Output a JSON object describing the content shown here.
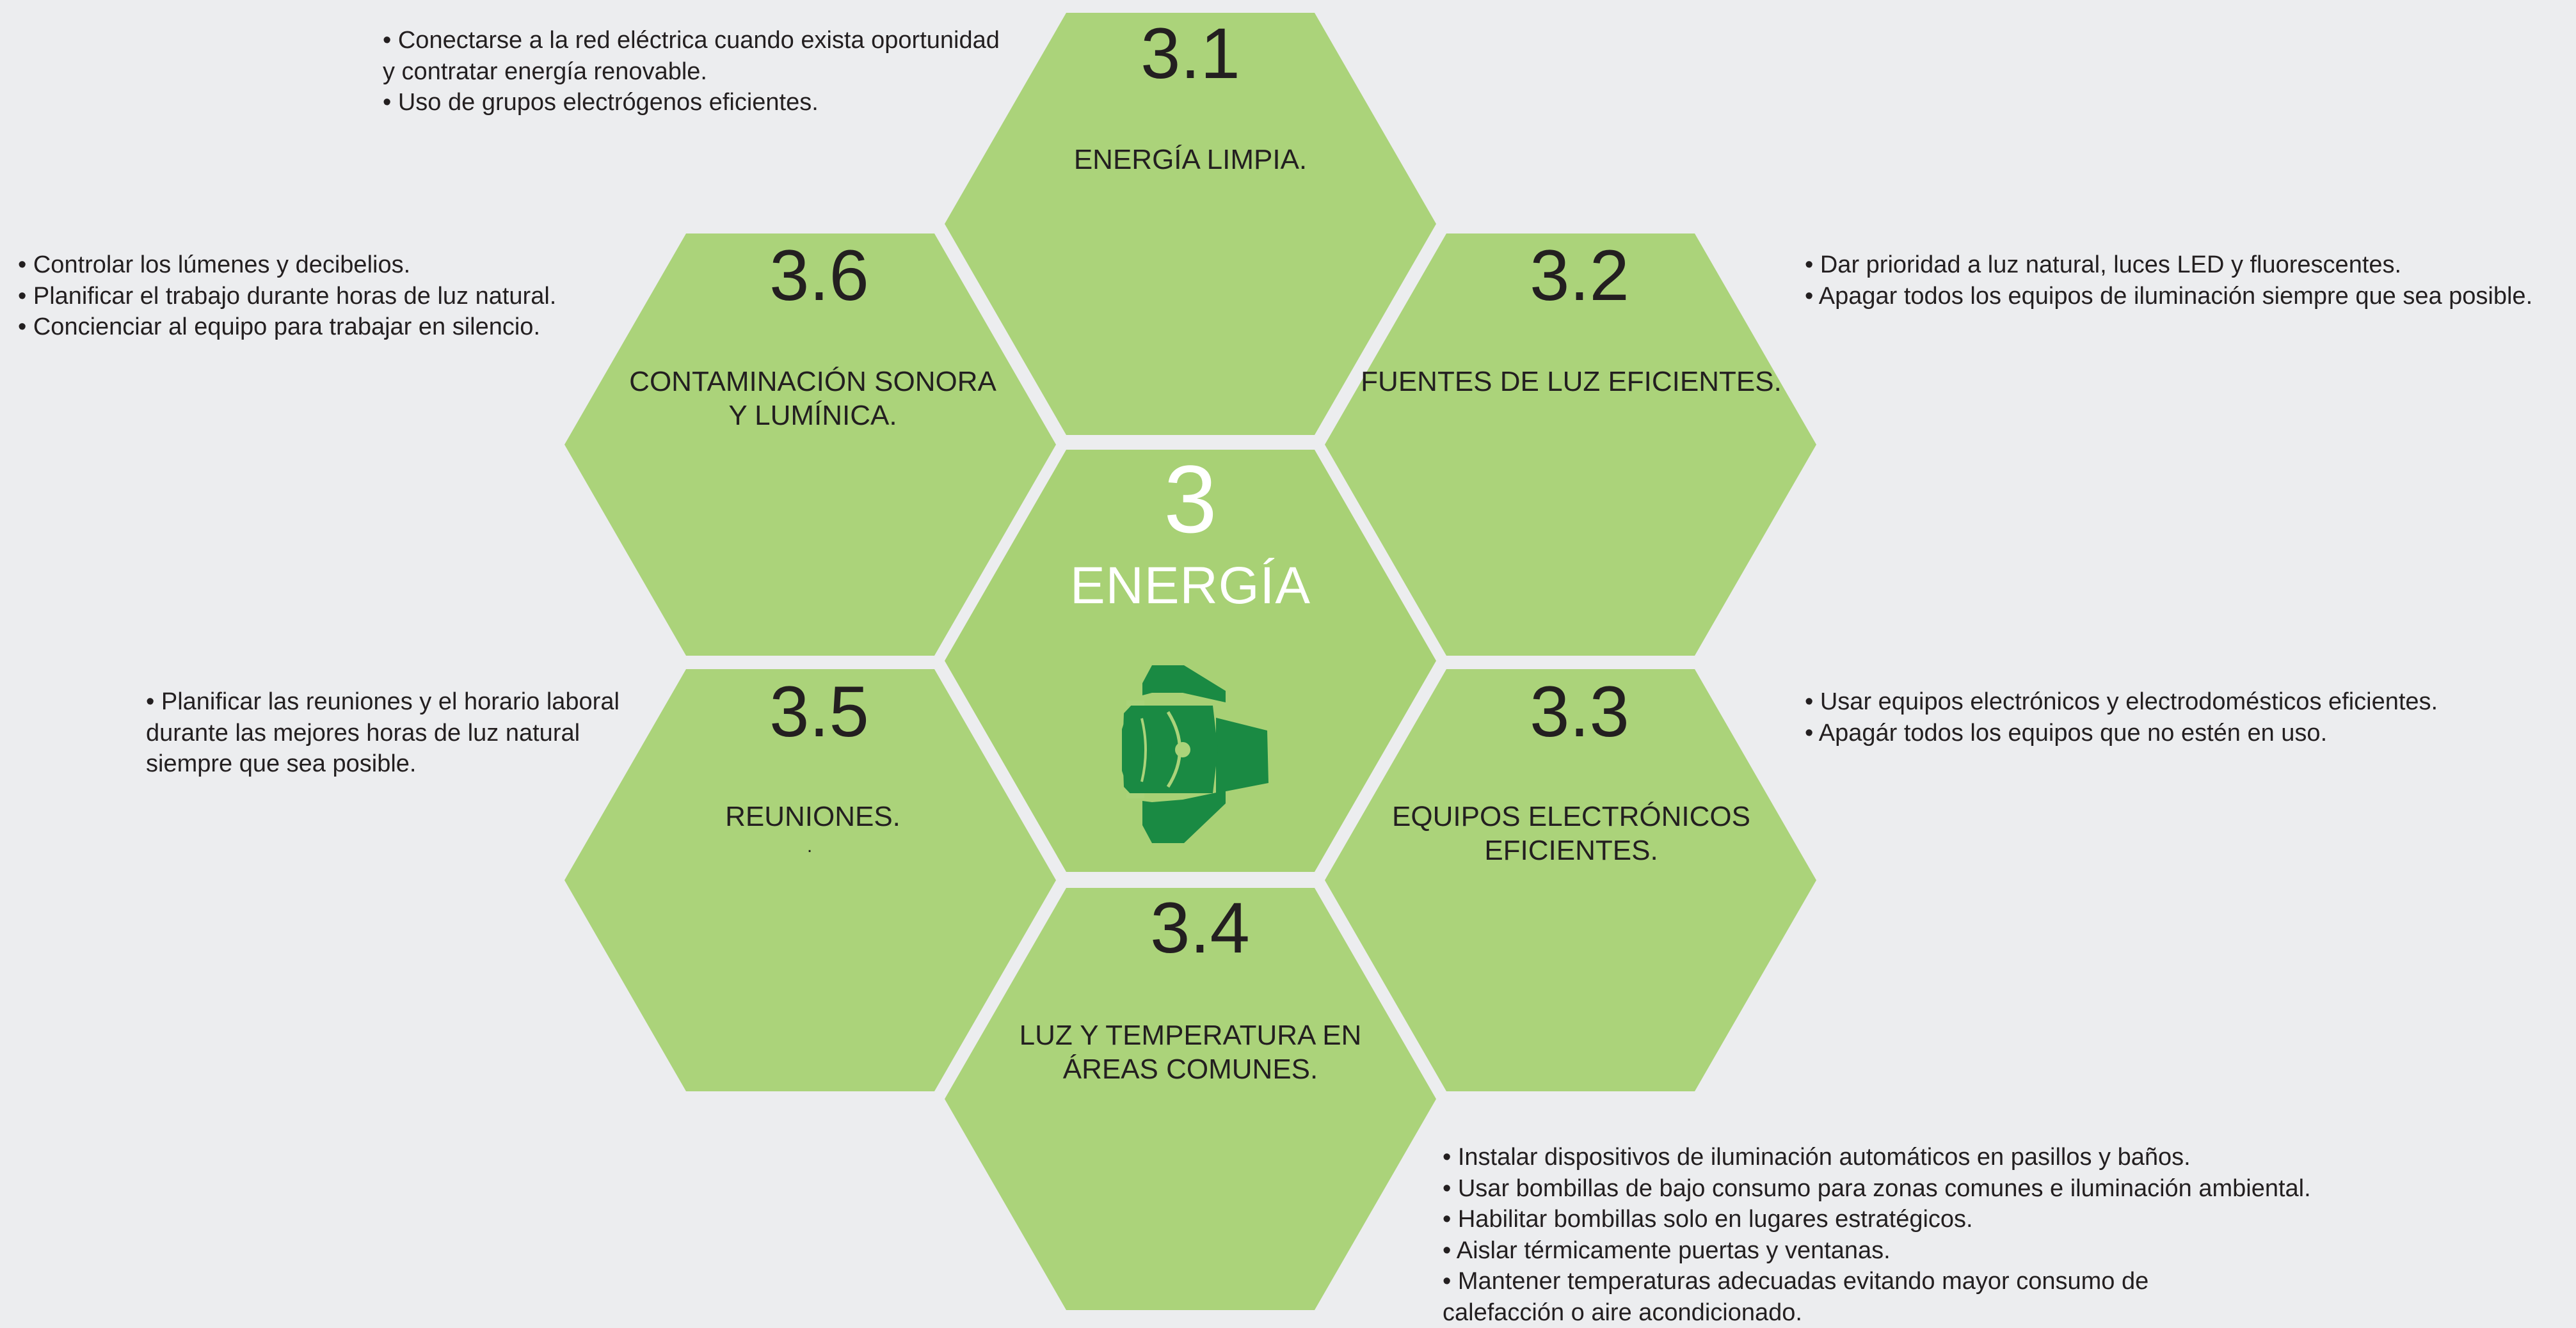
{
  "center": {
    "number": "3",
    "title": "ENERGÍA",
    "icon": "stage-light-icon"
  },
  "hexagons": {
    "h31": {
      "number": "3.1",
      "title": "ENERGÍA LIMPIA."
    },
    "h32": {
      "number": "3.2",
      "title": "FUENTES DE LUZ EFICIENTES."
    },
    "h33": {
      "number": "3.3",
      "title_line1": "EQUIPOS ELECTRÓNICOS",
      "title_line2": "EFICIENTES."
    },
    "h34": {
      "number": "3.4",
      "title_line1": "LUZ Y TEMPERATURA EN",
      "title_line2": "ÁREAS COMUNES."
    },
    "h35": {
      "number": "3.5",
      "title_line1": "REUNIONES.",
      "title_line2": "."
    },
    "h36": {
      "number": "3.6",
      "title_line1": "CONTAMINACIÓN SONORA",
      "title_line2": "Y LUMÍNICA."
    }
  },
  "notes": {
    "n31": [
      "• Conectarse a la red eléctrica cuando exista oportunidad",
      "y contratar energía renovable.",
      "• Uso de grupos electrógenos eficientes."
    ],
    "n32": [
      "• Dar prioridad a luz natural, luces LED y fluorescentes.",
      "• Apagar todos los equipos de iluminación siempre que sea posible."
    ],
    "n33": [
      "• Usar equipos electrónicos y electrodomésticos eficientes.",
      "• Apagár todos los equipos que no estén en uso."
    ],
    "n34": [
      "• Instalar dispositivos de iluminación automáticos en pasillos y baños.",
      "• Usar bombillas de bajo consumo para zonas comunes e iluminación ambiental.",
      "• Habilitar bombillas solo en lugares estratégicos.",
      "• Aislar térmicamente puertas y ventanas.",
      "• Mantener temperaturas adecuadas evitando mayor consumo de",
      "calefacción o aire acondicionado."
    ],
    "n35": [
      "• Planificar las reuniones y el horario laboral",
      "durante las mejores horas de luz natural",
      "siempre que sea posible."
    ],
    "n36": [
      "• Controlar los lúmenes y decibelios.",
      "• Planificar el trabajo durante horas de luz natural.",
      "• Concienciar al equipo para trabajar en silencio."
    ]
  },
  "colors": {
    "background": "#ecedef",
    "hexagon": "#abd37a",
    "center_hexagon": "#a8d175",
    "icon": "#1a8a43",
    "text": "#231f20",
    "center_text": "#ffffff"
  }
}
